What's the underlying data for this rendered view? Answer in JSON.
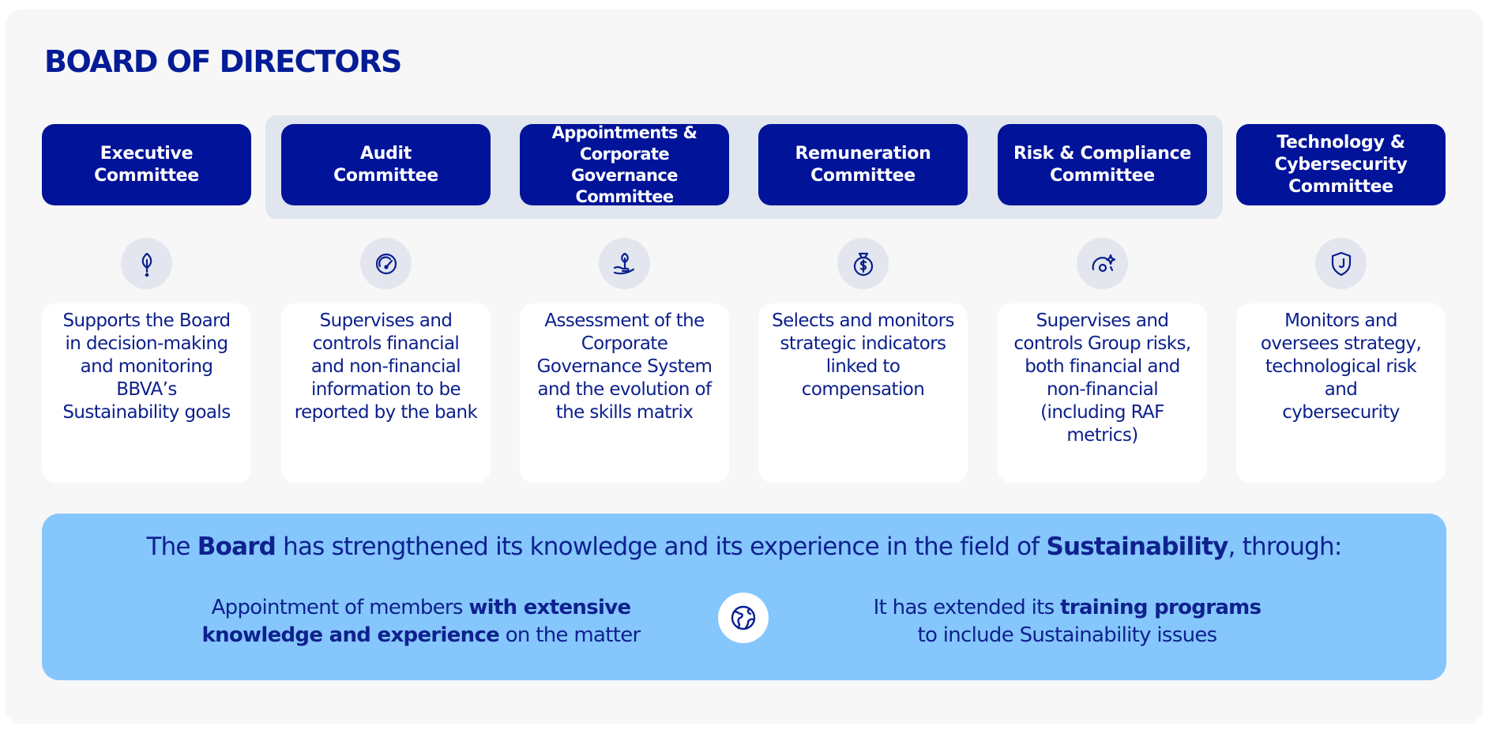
{
  "title": "BOARD OF DIRECTORS",
  "committees": [
    {
      "name": "Executive\nCommittee",
      "icon": "sprout-icon",
      "description": "Supports the Board\nin decision-making\nand monitoring\nBBVA’s\nSustainability goals"
    },
    {
      "name": "Audit\nCommittee",
      "icon": "gauge-icon",
      "description": "Supervises and\ncontrols financial\nand non-financial\ninformation to be\nreported by the bank"
    },
    {
      "name": "Appointments &\nCorporate Governance\nCommittee",
      "icon": "hand-plant-icon",
      "description": "Assessment of the\nCorporate\nGovernance System\nand the evolution of\nthe skills matrix"
    },
    {
      "name": "Remuneration\nCommittee",
      "icon": "money-bag-icon",
      "description": "Selects and monitors\nstrategic indicators\nlinked to\ncompensation"
    },
    {
      "name": "Risk & Compliance\nCommittee",
      "icon": "risk-gauge-icon",
      "description": "Supervises and\ncontrols Group risks,\nboth financial and\nnon-financial\n(including RAF\nmetrics)"
    },
    {
      "name": "Technology &\nCybersecurity\nCommittee",
      "icon": "shield-icon",
      "description": "Monitors and\noversees strategy,\ntechnological risk\nand\ncybersecurity"
    }
  ],
  "sustainability": {
    "headline": {
      "p1": "The ",
      "b1": "Board",
      "p2": " has strengthened its knowledge and its experience in the field of ",
      "b2": "Sustainability",
      "p3": ", through:"
    },
    "left": {
      "l1a": "Appointment of members ",
      "l1b": "with extensive",
      "l2a": "knowledge and experience",
      "l2b": " on the matter"
    },
    "center_icon": "globe-icon",
    "right": {
      "l1a": "It has extended its ",
      "l1b": "training programs",
      "l2": "to include Sustainability issues"
    }
  },
  "colors": {
    "header_bg": "#001399",
    "title": "#041c96",
    "text": "#0b1f8c",
    "group_bg": "#e1e5ed",
    "bottom_bg": "#85c6fc",
    "panel_bg": "#f7f7f7"
  }
}
